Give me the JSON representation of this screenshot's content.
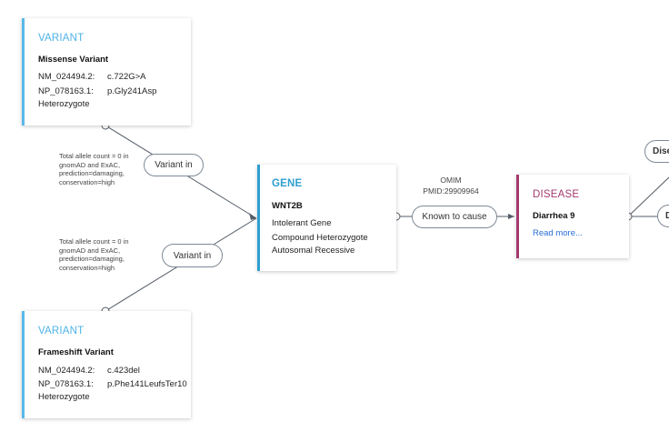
{
  "variant1": {
    "title": "VARIANT",
    "type": "Missense Variant",
    "nm_label": "NM_024494.2:",
    "nm_value": "c.722G>A",
    "np_label": "NP_078163.1:",
    "np_value": "p.Gly241Asp",
    "zygosity": "Heterozygote"
  },
  "variant2": {
    "title": "VARIANT",
    "type": "Frameshift Variant",
    "nm_label": "NM_024494.2:",
    "nm_value": "c.423del",
    "np_label": "NP_078163.1:",
    "np_value": "p.Phe141LeufsTer10",
    "zygosity": "Heterozygote"
  },
  "gene": {
    "title": "GENE",
    "name": "WNT2B",
    "line1": "Intolerant Gene",
    "line2": "Compound Heterozygote",
    "line3": "Autosomal Recessive"
  },
  "disease": {
    "title": "DISEASE",
    "name": "Diarrhea 9",
    "link": "Read more..."
  },
  "edges": {
    "variant_in_1": "Variant in",
    "variant_in_2": "Variant in",
    "known_to_cause": "Known to cause",
    "note1": "Total allele count = 0 in\ngnomAD and ExAC,\nprediction=damaging,\nconservation=high",
    "note2": "Total allele count = 0 in\ngnomAD and ExAC,\nprediction=damaging,\nconservation=high",
    "ref_source": "OMIM",
    "ref_pmid": "PMID:29909964",
    "right_pill_1": "Dise",
    "right_pill_2": "D"
  },
  "colors": {
    "variant_accent": "#4fb3e8",
    "gene_accent": "#2e9fd0",
    "disease_accent": "#a33a6e",
    "edge": "#555e68",
    "link": "#2a6fd6"
  }
}
